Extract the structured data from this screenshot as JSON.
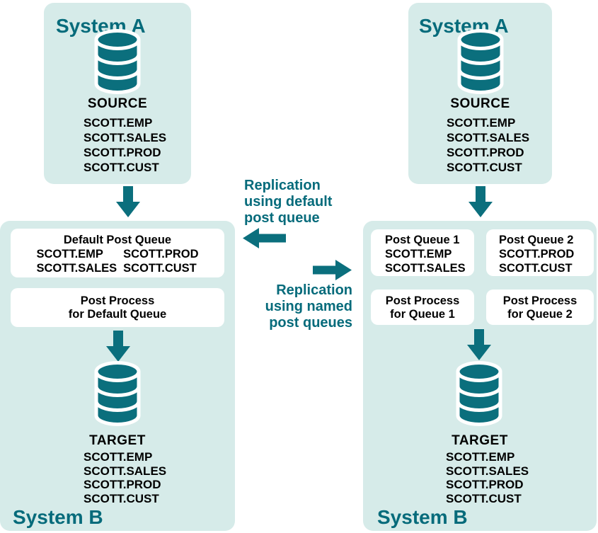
{
  "colors": {
    "teal_shape": "#0b6f7d",
    "teal_text": "#066b7b",
    "panel_bg": "#d6ebe9",
    "box_bg": "#ffffff",
    "label_text": "#000000"
  },
  "left_flow": {
    "system_a": {
      "title": "System A",
      "db_label": "SOURCE",
      "tables": [
        "SCOTT.EMP",
        "SCOTT.SALES",
        "SCOTT.PROD",
        "SCOTT.CUST"
      ]
    },
    "system_b": {
      "title": "System B",
      "queue_box": {
        "title": "Default Post Queue",
        "col1": [
          "SCOTT.EMP",
          "SCOTT.SALES"
        ],
        "col2": [
          "SCOTT.PROD",
          "SCOTT.CUST"
        ]
      },
      "process_box": {
        "line1": "Post Process",
        "line2": "for Default Queue"
      },
      "db_label": "TARGET",
      "tables": [
        "SCOTT.EMP",
        "SCOTT.SALES",
        "SCOTT.PROD",
        "SCOTT.CUST"
      ]
    }
  },
  "right_flow": {
    "system_a": {
      "title": "System A",
      "db_label": "SOURCE",
      "tables": [
        "SCOTT.EMP",
        "SCOTT.SALES",
        "SCOTT.PROD",
        "SCOTT.CUST"
      ]
    },
    "system_b": {
      "title": "System B",
      "queue_box_1": {
        "title": "Post Queue 1",
        "tables": [
          "SCOTT.EMP",
          "SCOTT.SALES"
        ]
      },
      "queue_box_2": {
        "title": "Post Queue 2",
        "tables": [
          "SCOTT.PROD",
          "SCOTT.CUST"
        ]
      },
      "process_box_1": {
        "line1": "Post Process",
        "line2": "for Queue 1"
      },
      "process_box_2": {
        "line1": "Post Process",
        "line2": "for Queue 2"
      },
      "db_label": "TARGET",
      "tables": [
        "SCOTT.EMP",
        "SCOTT.SALES",
        "SCOTT.PROD",
        "SCOTT.CUST"
      ]
    }
  },
  "annotations": {
    "default_queue": {
      "line1": "Replication",
      "line2": "using default",
      "line3": "post queue"
    },
    "named_queues": {
      "line1": "Replication",
      "line2": "using named",
      "line3": "post queues"
    }
  }
}
